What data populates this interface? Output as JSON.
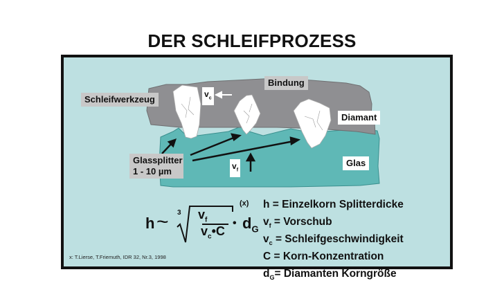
{
  "title": "DER SCHLEIFPROZESS",
  "labels": {
    "tool": "Schleifwerkzeug",
    "bond": "Bindung",
    "diamond": "Diamant",
    "glass": "Glas",
    "splinter_line1": "Glassplitter",
    "splinter_line2": "1 - 10 µm",
    "vc_main": "v",
    "vc_sub": "c",
    "vf_main": "v",
    "vf_sub": "f"
  },
  "formula": {
    "lhs": "h",
    "approx": "~",
    "root_index": "3",
    "numerator": "v",
    "numerator_sub": "f",
    "denominator_v": "v",
    "denominator_sub": "c",
    "denominator_dot": "•",
    "denominator_c": "C",
    "exponent": "(x)",
    "times": "•",
    "dg_main": "d",
    "dg_sub": "G"
  },
  "legend": [
    {
      "sym": "h",
      "sub": "",
      "text": " = Einzelkorn Splitterdicke"
    },
    {
      "sym": "v",
      "sub": "f",
      "text": " = Vorschub"
    },
    {
      "sym": "v",
      "sub": "c",
      "text": " = Schleifgeschwindigkeit"
    },
    {
      "sym": "C",
      "sub": "",
      "text": " = Korn-Konzentration"
    },
    {
      "sym": "d",
      "sub": "G",
      "text": "= Diamanten Korngröße"
    }
  ],
  "citation": "x: T.Lierse, T.Friemuth, IDR 32, Nr.3, 1998",
  "colors": {
    "background": "#bde0e1",
    "tool": "#8f8f92",
    "glass": "#5fb8b6",
    "label_gray": "#c8c8c8",
    "frame": "#111111"
  }
}
